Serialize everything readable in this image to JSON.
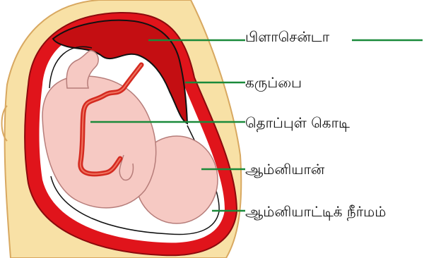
{
  "labels": {
    "placenta": "பிளாசென்டா",
    "uterus": "கருப்பை",
    "umbilical_cord": "தொப்புள் கொடி",
    "amnion": "ஆம்னியான்",
    "amniotic_fluid": "ஆம்னியாட்டிக் நீர்மம்"
  },
  "colors": {
    "leader_line": "#1a8a3a",
    "uterus_wall": "#e0141b",
    "placenta": "#c40e12",
    "body_outer": "#f8e1a6",
    "fetus": "#f6c9c3",
    "amnion_cavity": "#ffffff"
  }
}
